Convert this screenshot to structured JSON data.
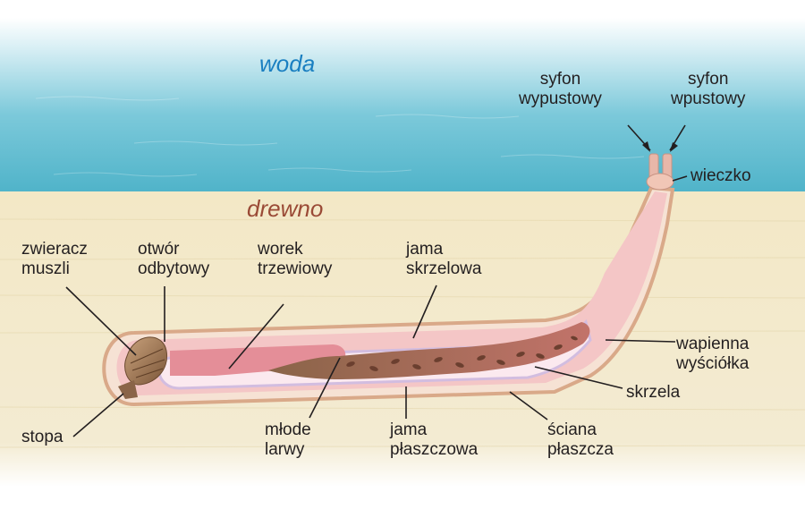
{
  "zones": {
    "water": "woda",
    "wood": "drewno"
  },
  "labels": {
    "siphon_out": "syfon\nwypustowy",
    "siphon_in": "syfon\nwpustowy",
    "operculum": "wieczko",
    "shell_sphincter": "zwieracz\nmuszli",
    "anal_opening": "otwór\nodbytowy",
    "visceral_sac": "worek\ntrzewiowy",
    "gill_cavity": "jama\nskrzelowa",
    "calcareous_lining": "wapienna\nwyściółka",
    "gills": "skrzela",
    "foot": "stopa",
    "young_larvae": "młode\nlarwy",
    "mantle_cavity": "jama\npłaszczowa",
    "mantle_wall": "ściana\npłaszcza"
  },
  "colors": {
    "water": "#5fbcd0",
    "wood": "#f1e6c4",
    "lining": "#d9a989",
    "body": "#f4c6c6",
    "visceral": "#e48e98",
    "gill": "#c47068",
    "shell": "#a27e5c",
    "wall": "#d2bde0"
  }
}
